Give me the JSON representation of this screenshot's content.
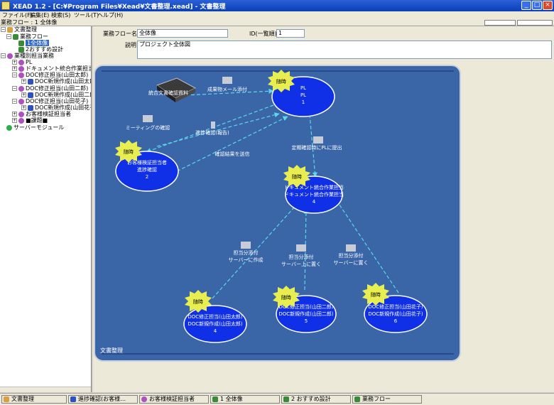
{
  "window": {
    "title": "XEAD 1.2 - [C:¥Program Files¥Xead¥文書整理.xead] - 文書整理",
    "minimize": "_",
    "maximize": "□",
    "close": "×"
  },
  "menu": [
    "ファイル(F)",
    "編集(E)",
    "検索(S)",
    "ツール(T)",
    "ヘルプ(H)"
  ],
  "breadcrumb": "業務フロー : 1 全体像",
  "tree": [
    {
      "label": "文書整理",
      "icon": "book-icon"
    },
    {
      "label": "業務フロー",
      "icon": "flow-icon"
    },
    {
      "label": "1全体像",
      "icon": "flow-icon",
      "selected": true
    },
    {
      "label": "2おすすめ設計",
      "icon": "flow-icon"
    },
    {
      "label": "業種別担当業務",
      "icon": "person-icon"
    },
    {
      "label": "PL",
      "icon": "person-icon"
    },
    {
      "label": "ドキュメント統合作業担当",
      "icon": "person-icon"
    },
    {
      "label": "DOC修正担当(山田太郎)",
      "icon": "person-icon"
    },
    {
      "label": "DOC新規作成(山田太郎)",
      "icon": "doc-icon"
    },
    {
      "label": "DOC修正担当(山田二郎)",
      "icon": "person-icon"
    },
    {
      "label": "DOC新規作成(山田二郎)",
      "icon": "doc-icon"
    },
    {
      "label": "DOC修正担当(山田花子)",
      "icon": "person-icon"
    },
    {
      "label": "DOC新規作成(山田花子)",
      "icon": "doc-icon"
    },
    {
      "label": "お客様検証担当者",
      "icon": "person-icon"
    },
    {
      "label": "■課題■",
      "icon": "person-icon"
    },
    {
      "label": "サーバーモジュール",
      "icon": "globe-icon"
    }
  ],
  "props": {
    "flow_name_label": "業務フロー名",
    "flow_name_value": "全体像",
    "id_label": "ID(一覧順)",
    "id_value": "1",
    "desc_label": "説明",
    "desc_value": "プロジェクト全体図"
  },
  "diagram": {
    "frame_label": "文書整理",
    "star_label": "随時",
    "nodes": [
      {
        "l1": "PL",
        "l2": "PL",
        "l3": "1"
      },
      {
        "l1": "お客様検証担当者",
        "l2": "進捗確認",
        "l3": "2"
      },
      {
        "l1": "ドキュメント統合作業担当",
        "l2": "ドキュメント統合作業担当",
        "l3": "4"
      },
      {
        "l1": "DOC修正担当(山田太郎)",
        "l2": "DOC新規作成(山田太郎)",
        "l3": "4"
      },
      {
        "l1": "DOC修正担当(山田二郎)",
        "l2": "DOC新規作成(山田二郎)",
        "l3": "5"
      },
      {
        "l1": "DOC修正担当(山田花子)",
        "l2": "DOC新規作成(山田花子)",
        "l3": "6"
      }
    ],
    "repository": "統合文書確認資料",
    "edge_labels": [
      "成果物メール添付",
      "ミーティングの確認",
      "進捗確認(報告)",
      "確認結果を送信",
      "定期確認時にPLに提出",
      "担当分添付",
      "サーバーに作成",
      "担当分添付",
      "サーバー上に置く",
      "担当分添付",
      "サーバーに置く"
    ]
  },
  "tasks": [
    {
      "label": "文書整理",
      "icon": "book-icon"
    },
    {
      "label": "進捗確認(お客様…",
      "icon": "doc-icon"
    },
    {
      "label": "お客様検証担当者",
      "icon": "person-icon"
    },
    {
      "label": "1 全体像",
      "icon": "flow-icon"
    },
    {
      "label": "2 おすすめ設計",
      "icon": "flow-icon"
    },
    {
      "label": "業務フロー",
      "icon": "flow-icon"
    }
  ]
}
